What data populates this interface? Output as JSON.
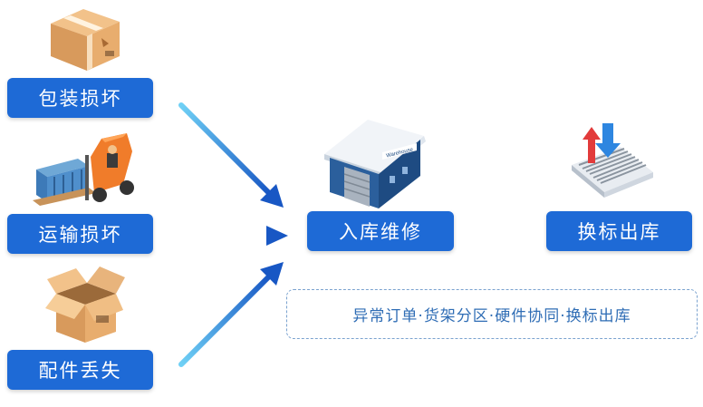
{
  "causes": [
    {
      "label": "包装损坏",
      "icon": "damaged-box-icon"
    },
    {
      "label": "运输损坏",
      "icon": "forklift-icon"
    },
    {
      "label": "配件丢失",
      "icon": "open-box-icon"
    }
  ],
  "process": {
    "label": "入库维修",
    "icon": "warehouse-icon",
    "sign": "Warehouse"
  },
  "outcome": {
    "label": "换标出库",
    "icon": "barcode-in-out-icon"
  },
  "note": "异常订单·货架分区·硬件协同·换标出库",
  "colors": {
    "button": "#1e6ad6",
    "arrow": "#1e73d8",
    "note_border": "#7aa2cf",
    "note_text": "#2f6db5"
  }
}
